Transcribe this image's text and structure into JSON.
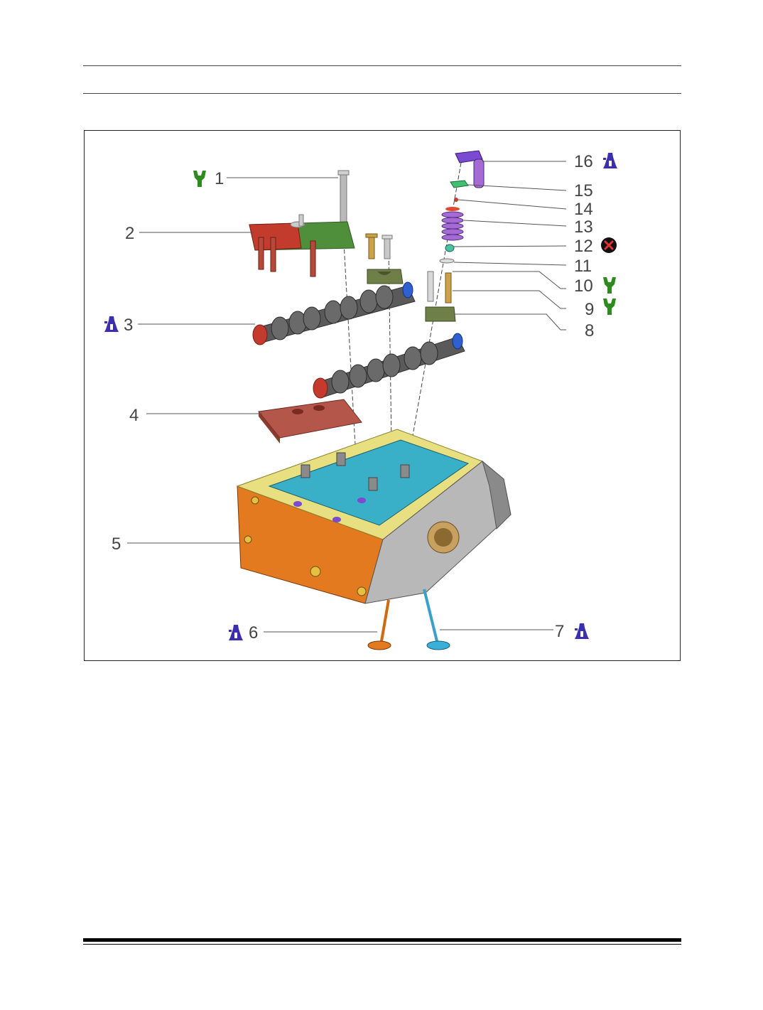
{
  "figure": {
    "callouts": [
      {
        "number": "1",
        "symbol": "wrench-icon"
      },
      {
        "number": "2",
        "symbol": ""
      },
      {
        "number": "3",
        "symbol": "oil-can-icon"
      },
      {
        "number": "4",
        "symbol": ""
      },
      {
        "number": "5",
        "symbol": ""
      },
      {
        "number": "6",
        "symbol": "oil-can-icon"
      },
      {
        "number": "7",
        "symbol": "oil-can-icon"
      },
      {
        "number": "8",
        "symbol": ""
      },
      {
        "number": "9",
        "symbol": "wrench-icon"
      },
      {
        "number": "10",
        "symbol": "wrench-icon"
      },
      {
        "number": "11",
        "symbol": ""
      },
      {
        "number": "12",
        "symbol": "do-not-reuse-icon"
      },
      {
        "number": "13",
        "symbol": ""
      },
      {
        "number": "14",
        "symbol": ""
      },
      {
        "number": "15",
        "symbol": ""
      },
      {
        "number": "16",
        "symbol": "oil-can-icon"
      }
    ]
  },
  "colors": {
    "wrench": "#2e8b1f",
    "oil_can": "#3a2fb0",
    "do_not_reuse": "#111111",
    "do_not_reuse_x": "#e53030",
    "leader_line": "#555555",
    "label_text": "#444444"
  }
}
